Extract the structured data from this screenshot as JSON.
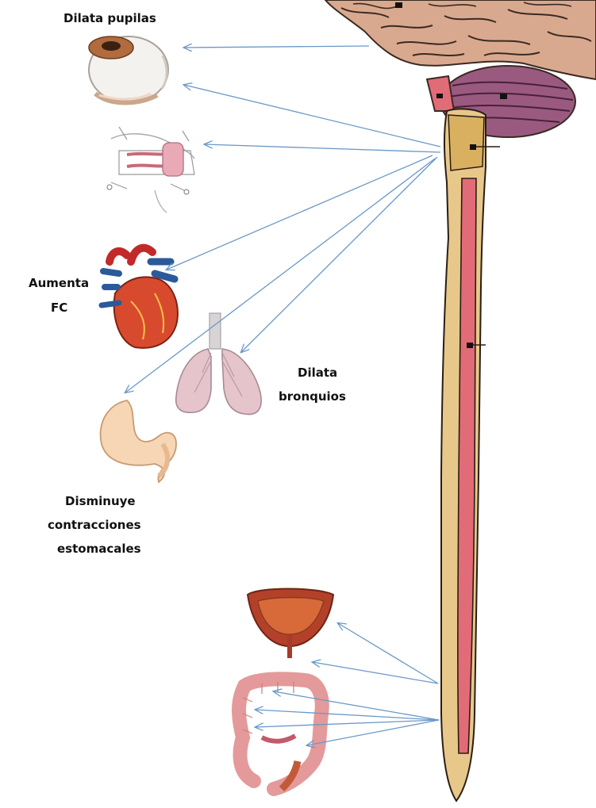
{
  "labels": {
    "eye": "Dilata pupilas",
    "heart_line1": "Aumenta",
    "heart_line2": "FC",
    "lungs_line1": "Dilata",
    "lungs_line2": "bronquios",
    "stomach_line1": "Disminuye",
    "stomach_line2": "contracciones",
    "stomach_line3": "estomacales"
  },
  "colors": {
    "arrow": "#6a98c8",
    "spinal_cord_outer": "#e8c88a",
    "spinal_cord_inner": "#e26b78",
    "brain": "#d9a98f",
    "cerebellum": "#8a4a6e"
  }
}
